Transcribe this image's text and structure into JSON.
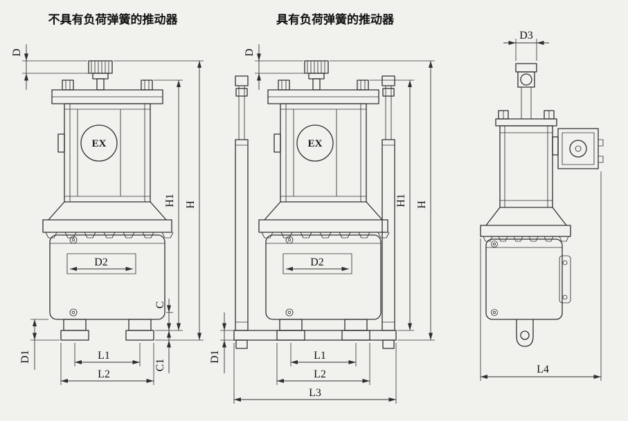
{
  "titles": {
    "without_spring": "不具有负荷弹簧的推动器",
    "with_spring": "具有负荷弹簧的推动器"
  },
  "drawings": {
    "left": {
      "name": "thruster-without-load-spring-front-view",
      "ex_label": "EX",
      "dims": {
        "d": "D",
        "h1": "H1",
        "h": "H",
        "d2": "D2",
        "c": "C",
        "c1": "C1",
        "d1": "D1",
        "l1": "L1",
        "l2": "L2"
      }
    },
    "middle": {
      "name": "thruster-with-load-spring-front-view",
      "ex_label": "EX",
      "dims": {
        "d": "D",
        "h1": "H1",
        "h": "H",
        "d2": "D2",
        "d1": "D1",
        "l1": "L1",
        "l2": "L2",
        "l3": "L3"
      }
    },
    "right": {
      "name": "thruster-side-view",
      "dims": {
        "d3": "D3",
        "l4": "L4"
      }
    }
  },
  "colors": {
    "line": "#2e2e2e",
    "background": "#f1f1ee",
    "text": "#151515"
  }
}
